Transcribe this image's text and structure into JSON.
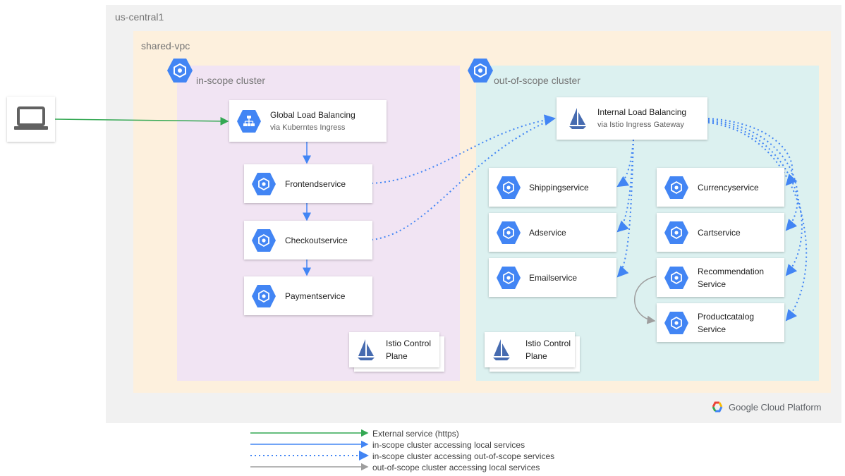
{
  "zones": {
    "region": "us-central1",
    "vpc": "shared-vpc",
    "in_scope": "in-scope cluster",
    "out_scope": "out-of-scope cluster"
  },
  "in_scope_cards": {
    "glb": {
      "title": "Global Load Balancing",
      "subtitle": "via Kuberntes Ingress"
    },
    "frontend": "Frontendservice",
    "checkout": "Checkoutservice",
    "payment": "Paymentservice",
    "istio": "Istio Control Plane"
  },
  "out_scope_cards": {
    "ilb": {
      "title": "Internal Load Balancing",
      "subtitle": "via Istio Ingress Gateway"
    },
    "shipping": "Shippingservice",
    "ad": "Adservice",
    "email": "Emailservice",
    "currency": "Currencyservice",
    "cart": "Cartservice",
    "recommendation": "Recommendation Service",
    "productcatalog": "Productcatalog Service",
    "istio": "Istio Control Plane"
  },
  "brand": "Google Cloud Platform",
  "legend": [
    {
      "label": "External service (https)",
      "color": "#34a853",
      "style": "solid"
    },
    {
      "label": "in-scope cluster accessing local services",
      "color": "#4285f4",
      "style": "solid"
    },
    {
      "label": "in-scope cluster accessing out-of-scope services",
      "color": "#4285f4",
      "style": "dotted"
    },
    {
      "label": "out-of-scope cluster accessing local services",
      "color": "#9e9e9e",
      "style": "solid"
    }
  ],
  "colors": {
    "region": "#f1f1f1",
    "vpc": "#fdf0dd",
    "in_scope": "#f1e4f3",
    "out_scope": "#dcf1f0",
    "gke_blue": "#4285f4",
    "external_green": "#34a853",
    "local_gray": "#9e9e9e"
  },
  "icons": {
    "laptop": "laptop-icon",
    "gke": "kubernetes-engine-icon",
    "load_balancer": "load-balancing-icon",
    "istio": "istio-sail-icon",
    "gcp": "google-cloud-logo"
  }
}
